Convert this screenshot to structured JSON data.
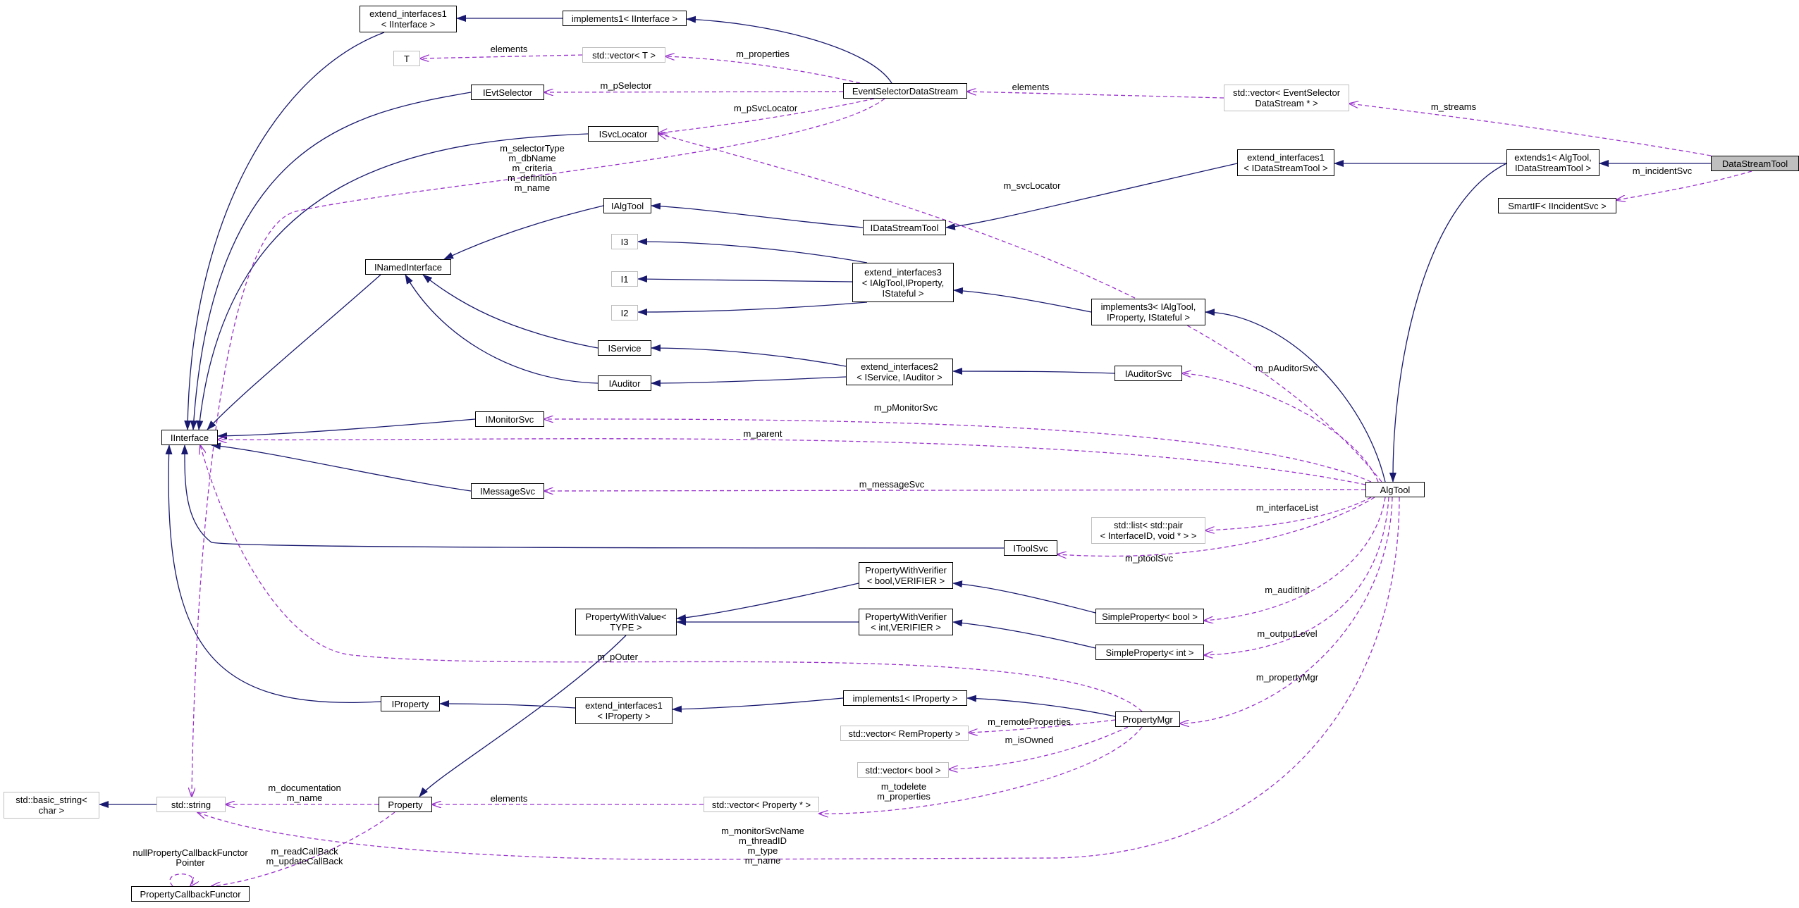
{
  "diagram": {
    "nodes": [
      {
        "id": "DataStreamTool",
        "label": "DataStreamTool",
        "style": "focus"
      },
      {
        "id": "extends1",
        "label": "extends1< AlgTool,\nIDataStreamTool >",
        "style": "normal"
      },
      {
        "id": "SmartIF",
        "label": "SmartIF< IIncidentSvc >",
        "style": "normal"
      },
      {
        "id": "vecEvtSelDS",
        "label": "std::vector< EventSelector\nDataStream * >",
        "style": "ext"
      },
      {
        "id": "extIface1IDST",
        "label": "extend_interfaces1\n< IDataStreamTool >",
        "style": "normal"
      },
      {
        "id": "EventSelectorDataStream",
        "label": "EventSelectorDataStream",
        "style": "normal"
      },
      {
        "id": "implements1IInterface",
        "label": "implements1< IInterface >",
        "style": "normal"
      },
      {
        "id": "extIface1IInterface",
        "label": "extend_interfaces1\n< IInterface >",
        "style": "normal"
      },
      {
        "id": "T",
        "label": "T",
        "style": "ext"
      },
      {
        "id": "vecT",
        "label": "std::vector< T >",
        "style": "ext"
      },
      {
        "id": "IEvtSelector",
        "label": "IEvtSelector",
        "style": "normal"
      },
      {
        "id": "ISvcLocator",
        "label": "ISvcLocator",
        "style": "normal"
      },
      {
        "id": "IAlgTool",
        "label": "IAlgTool",
        "style": "normal"
      },
      {
        "id": "IDataStreamTool",
        "label": "IDataStreamTool",
        "style": "normal"
      },
      {
        "id": "I3",
        "label": "I3",
        "style": "ext"
      },
      {
        "id": "I1",
        "label": "I1",
        "style": "ext"
      },
      {
        "id": "I2",
        "label": "I2",
        "style": "ext"
      },
      {
        "id": "INamedInterface",
        "label": "INamedInterface",
        "style": "normal"
      },
      {
        "id": "extIface3",
        "label": "extend_interfaces3\n< IAlgTool,IProperty,\nIStateful >",
        "style": "normal"
      },
      {
        "id": "implements3",
        "label": "implements3< IAlgTool,\nIProperty, IStateful >",
        "style": "normal"
      },
      {
        "id": "IService",
        "label": "IService",
        "style": "normal"
      },
      {
        "id": "IAuditor",
        "label": "IAuditor",
        "style": "normal"
      },
      {
        "id": "extIface2",
        "label": "extend_interfaces2\n< IService, IAuditor >",
        "style": "normal"
      },
      {
        "id": "IAuditorSvc",
        "label": "IAuditorSvc",
        "style": "normal"
      },
      {
        "id": "IInterface",
        "label": "IInterface",
        "style": "normal"
      },
      {
        "id": "IMonitorSvc",
        "label": "IMonitorSvc",
        "style": "normal"
      },
      {
        "id": "IMessageSvc",
        "label": "IMessageSvc",
        "style": "normal"
      },
      {
        "id": "AlgTool",
        "label": "AlgTool",
        "style": "normal"
      },
      {
        "id": "listPair",
        "label": "std::list< std::pair\n< InterfaceID, void * > >",
        "style": "ext"
      },
      {
        "id": "IToolSvc",
        "label": "IToolSvc",
        "style": "normal"
      },
      {
        "id": "PWVbool",
        "label": "PropertyWithVerifier\n< bool,VERIFIER >",
        "style": "normal"
      },
      {
        "id": "PWValue",
        "label": "PropertyWithValue<\nTYPE >",
        "style": "normal"
      },
      {
        "id": "PWVint",
        "label": "PropertyWithVerifier\n< int,VERIFIER >",
        "style": "normal"
      },
      {
        "id": "SPbool",
        "label": "SimpleProperty< bool >",
        "style": "normal"
      },
      {
        "id": "SPint",
        "label": "SimpleProperty< int >",
        "style": "normal"
      },
      {
        "id": "IProperty",
        "label": "IProperty",
        "style": "normal"
      },
      {
        "id": "extIface1IProperty",
        "label": "extend_interfaces1\n< IProperty >",
        "style": "normal"
      },
      {
        "id": "implements1IProperty",
        "label": "implements1< IProperty >",
        "style": "normal"
      },
      {
        "id": "PropertyMgr",
        "label": "PropertyMgr",
        "style": "normal"
      },
      {
        "id": "vecRemProperty",
        "label": "std::vector< RemProperty >",
        "style": "ext"
      },
      {
        "id": "vecBool",
        "label": "std::vector< bool >",
        "style": "ext"
      },
      {
        "id": "basicString",
        "label": "std::basic_string<\nchar >",
        "style": "ext"
      },
      {
        "id": "stdString",
        "label": "std::string",
        "style": "ext"
      },
      {
        "id": "Property",
        "label": "Property",
        "style": "normal"
      },
      {
        "id": "vecProperty",
        "label": "std::vector< Property * >",
        "style": "ext"
      },
      {
        "id": "PCF",
        "label": "PropertyCallbackFunctor",
        "style": "normal"
      }
    ],
    "edges": [
      {
        "from": "DataStreamTool",
        "to": "extends1",
        "kind": "inheritance",
        "label": ""
      },
      {
        "from": "DataStreamTool",
        "to": "SmartIF",
        "kind": "usage",
        "label": "m_incidentSvc"
      },
      {
        "from": "DataStreamTool",
        "to": "vecEvtSelDS",
        "kind": "usage",
        "label": "m_streams"
      },
      {
        "from": "extends1",
        "to": "extIface1IDST",
        "kind": "inheritance",
        "label": ""
      },
      {
        "from": "extends1",
        "to": "AlgTool",
        "kind": "inheritance",
        "label": ""
      },
      {
        "from": "vecEvtSelDS",
        "to": "EventSelectorDataStream",
        "kind": "usage",
        "label": "elements"
      },
      {
        "from": "extIface1IDST",
        "to": "IDataStreamTool",
        "kind": "inheritance",
        "label": ""
      },
      {
        "from": "EventSelectorDataStream",
        "to": "implements1IInterface",
        "kind": "inheritance",
        "label": ""
      },
      {
        "from": "EventSelectorDataStream",
        "to": "vecT",
        "kind": "usage",
        "label": "m_properties"
      },
      {
        "from": "EventSelectorDataStream",
        "to": "IEvtSelector",
        "kind": "usage",
        "label": "m_pSelector"
      },
      {
        "from": "EventSelectorDataStream",
        "to": "ISvcLocator",
        "kind": "usage",
        "label": "m_pSvcLocator"
      },
      {
        "from": "EventSelectorDataStream",
        "to": "stdString",
        "kind": "usage",
        "label": "m_selectorType\nm_dbName\nm_criteria\nm_definition\nm_name"
      },
      {
        "from": "implements1IInterface",
        "to": "extIface1IInterface",
        "kind": "inheritance",
        "label": ""
      },
      {
        "from": "extIface1IInterface",
        "to": "IInterface",
        "kind": "inheritance",
        "label": ""
      },
      {
        "from": "vecT",
        "to": "T",
        "kind": "usage",
        "label": "elements"
      },
      {
        "from": "IEvtSelector",
        "to": "IInterface",
        "kind": "inheritance",
        "label": ""
      },
      {
        "from": "ISvcLocator",
        "to": "IInterface",
        "kind": "inheritance",
        "label": ""
      },
      {
        "from": "IDataStreamTool",
        "to": "IAlgTool",
        "kind": "inheritance",
        "label": ""
      },
      {
        "from": "IAlgTool",
        "to": "INamedInterface",
        "kind": "inheritance",
        "label": ""
      },
      {
        "from": "INamedInterface",
        "to": "IInterface",
        "kind": "inheritance",
        "label": ""
      },
      {
        "from": "extIface3",
        "to": "I3",
        "kind": "inheritance",
        "label": ""
      },
      {
        "from": "extIface3",
        "to": "I1",
        "kind": "inheritance",
        "label": ""
      },
      {
        "from": "extIface3",
        "to": "I2",
        "kind": "inheritance",
        "label": ""
      },
      {
        "from": "implements3",
        "to": "extIface3",
        "kind": "inheritance",
        "label": ""
      },
      {
        "from": "AlgTool",
        "to": "implements3",
        "kind": "inheritance",
        "label": ""
      },
      {
        "from": "IService",
        "to": "INamedInterface",
        "kind": "inheritance",
        "label": ""
      },
      {
        "from": "IAuditor",
        "to": "INamedInterface",
        "kind": "inheritance",
        "label": ""
      },
      {
        "from": "extIface2",
        "to": "IService",
        "kind": "inheritance",
        "label": ""
      },
      {
        "from": "extIface2",
        "to": "IAuditor",
        "kind": "inheritance",
        "label": ""
      },
      {
        "from": "IAuditorSvc",
        "to": "extIface2",
        "kind": "inheritance",
        "label": ""
      },
      {
        "from": "AlgTool",
        "to": "IAuditorSvc",
        "kind": "usage",
        "label": "m_pAuditorSvc"
      },
      {
        "from": "AlgTool",
        "to": "ISvcLocator",
        "kind": "usage",
        "label": "m_svcLocator"
      },
      {
        "from": "IMonitorSvc",
        "to": "IInterface",
        "kind": "inheritance",
        "label": ""
      },
      {
        "from": "AlgTool",
        "to": "IMonitorSvc",
        "kind": "usage",
        "label": "m_pMonitorSvc"
      },
      {
        "from": "AlgTool",
        "to": "IInterface",
        "kind": "usage",
        "label": "m_parent"
      },
      {
        "from": "IMessageSvc",
        "to": "IInterface",
        "kind": "inheritance",
        "label": ""
      },
      {
        "from": "AlgTool",
        "to": "IMessageSvc",
        "kind": "usage",
        "label": "m_messageSvc"
      },
      {
        "from": "AlgTool",
        "to": "listPair",
        "kind": "usage",
        "label": "m_interfaceList"
      },
      {
        "from": "IToolSvc",
        "to": "IInterface",
        "kind": "inheritance",
        "label": ""
      },
      {
        "from": "AlgTool",
        "to": "IToolSvc",
        "kind": "usage",
        "label": "m_ptoolSvc"
      },
      {
        "from": "PWVbool",
        "to": "PWValue",
        "kind": "inheritance",
        "label": ""
      },
      {
        "from": "PWVint",
        "to": "PWValue",
        "kind": "inheritance",
        "label": ""
      },
      {
        "from": "SPbool",
        "to": "PWVbool",
        "kind": "inheritance",
        "label": ""
      },
      {
        "from": "SPint",
        "to": "PWVint",
        "kind": "inheritance",
        "label": ""
      },
      {
        "from": "AlgTool",
        "to": "SPbool",
        "kind": "usage",
        "label": "m_auditInit"
      },
      {
        "from": "AlgTool",
        "to": "SPint",
        "kind": "usage",
        "label": "m_outputLevel"
      },
      {
        "from": "PropertyMgr",
        "to": "IInterface",
        "kind": "usage",
        "label": "m_pOuter"
      },
      {
        "from": "IProperty",
        "to": "IInterface",
        "kind": "inheritance",
        "label": ""
      },
      {
        "from": "extIface1IProperty",
        "to": "IProperty",
        "kind": "inheritance",
        "label": ""
      },
      {
        "from": "implements1IProperty",
        "to": "extIface1IProperty",
        "kind": "inheritance",
        "label": ""
      },
      {
        "from": "PropertyMgr",
        "to": "implements1IProperty",
        "kind": "inheritance",
        "label": ""
      },
      {
        "from": "AlgTool",
        "to": "PropertyMgr",
        "kind": "usage",
        "label": "m_propertyMgr"
      },
      {
        "from": "PropertyMgr",
        "to": "vecRemProperty",
        "kind": "usage",
        "label": "m_remoteProperties"
      },
      {
        "from": "PropertyMgr",
        "to": "vecBool",
        "kind": "usage",
        "label": "m_isOwned"
      },
      {
        "from": "PropertyMgr",
        "to": "vecProperty",
        "kind": "usage",
        "label": "m_todelete\nm_properties"
      },
      {
        "from": "PWValue",
        "to": "Property",
        "kind": "inheritance",
        "label": ""
      },
      {
        "from": "stdString",
        "to": "basicString",
        "kind": "inheritance",
        "label": ""
      },
      {
        "from": "Property",
        "to": "stdString",
        "kind": "usage",
        "label": "m_documentation\nm_name"
      },
      {
        "from": "vecProperty",
        "to": "Property",
        "kind": "usage",
        "label": "elements"
      },
      {
        "from": "Property",
        "to": "PCF",
        "kind": "usage",
        "label": "m_readCallBack\nm_updateCallBack"
      },
      {
        "from": "PCF",
        "to": "PCF",
        "kind": "usage",
        "label": "nullPropertyCallbackFunctor\nPointer"
      },
      {
        "from": "AlgTool",
        "to": "stdString",
        "kind": "usage",
        "label": "m_monitorSvcName\nm_threadID\nm_type\nm_name"
      }
    ],
    "colors": {
      "inheritance": "#191970",
      "usage": "#9a32cd",
      "node_border": "#000000",
      "external_border": "#bfbfbf",
      "focus_fill": "#bfbfbf"
    }
  }
}
